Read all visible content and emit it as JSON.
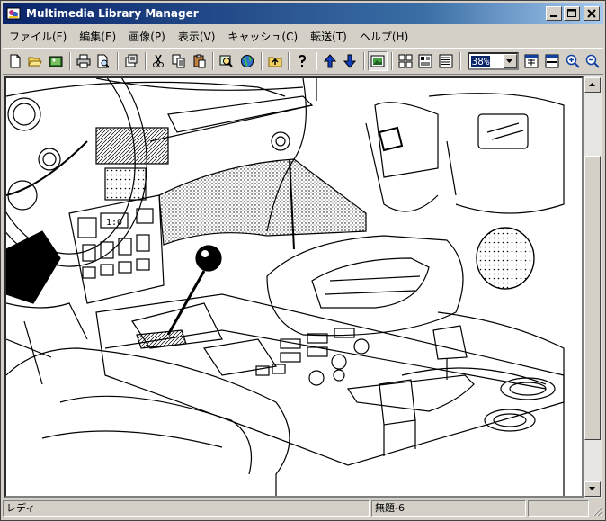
{
  "window": {
    "title": "Multimedia Library Manager"
  },
  "menu": {
    "items": [
      {
        "id": "file",
        "label": "ファイル(F)"
      },
      {
        "id": "edit",
        "label": "編集(E)"
      },
      {
        "id": "image",
        "label": "画像(P)"
      },
      {
        "id": "view",
        "label": "表示(V)"
      },
      {
        "id": "cache",
        "label": "キャッシュ(C)"
      },
      {
        "id": "transfer",
        "label": "転送(T)"
      },
      {
        "id": "help",
        "label": "ヘルプ(H)"
      }
    ]
  },
  "toolbar": {
    "zoom_value": "38%",
    "icons": [
      "new-file-icon",
      "open-folder-icon",
      "image-folder-icon",
      "print-icon",
      "print-preview-icon",
      "properties-icon",
      "cut-icon",
      "copy-icon",
      "paste-icon",
      "search-icon",
      "globe-icon",
      "up-folder-icon",
      "help-icon",
      "previous-arrow-icon",
      "next-arrow-icon",
      "image-view-icon",
      "thumbnail-view-icon",
      "detail-view-icon",
      "list-view-icon",
      "fit-window-icon",
      "fit-width-icon",
      "zoom-in-icon",
      "zoom-out-icon"
    ]
  },
  "status": {
    "left": "レディ",
    "middle": "無題-6",
    "right": ""
  },
  "colors": {
    "title_gradient_start": "#0a246a",
    "title_gradient_end": "#a6caf0",
    "chrome": "#d4d0c8"
  }
}
